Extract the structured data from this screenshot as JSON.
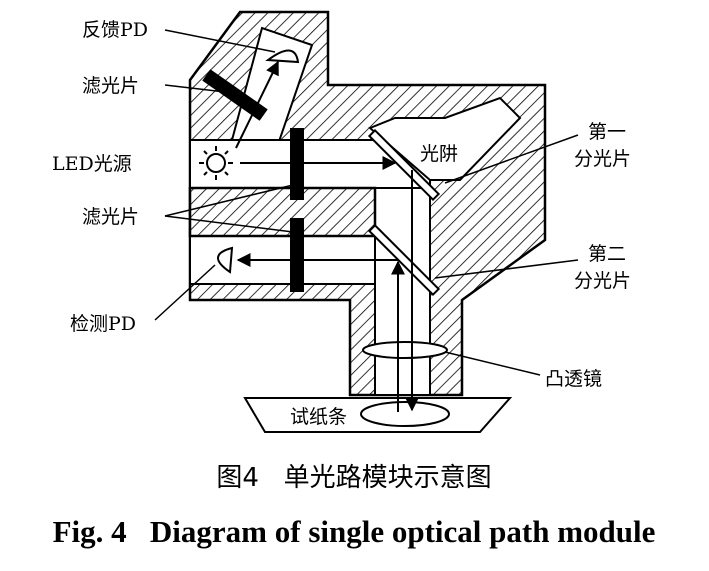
{
  "labels": {
    "feedback_pd": "反馈PD",
    "filter_top": "滤光片",
    "led_source": "LED光源",
    "filter_mid": "滤光片",
    "detect_pd": "检测PD",
    "light_trap": "光阱",
    "splitter1_line1": "第一",
    "splitter1_line2": "分光片",
    "splitter2_line1": "第二",
    "splitter2_line2": "分光片",
    "convex_lens": "凸透镜",
    "test_strip": "试纸条"
  },
  "caption": {
    "chinese": "图4   单光路模块示意图",
    "english": "Fig. 4   Diagram of single optical path module"
  },
  "colors": {
    "ink": "#000000",
    "paper": "#ffffff"
  }
}
